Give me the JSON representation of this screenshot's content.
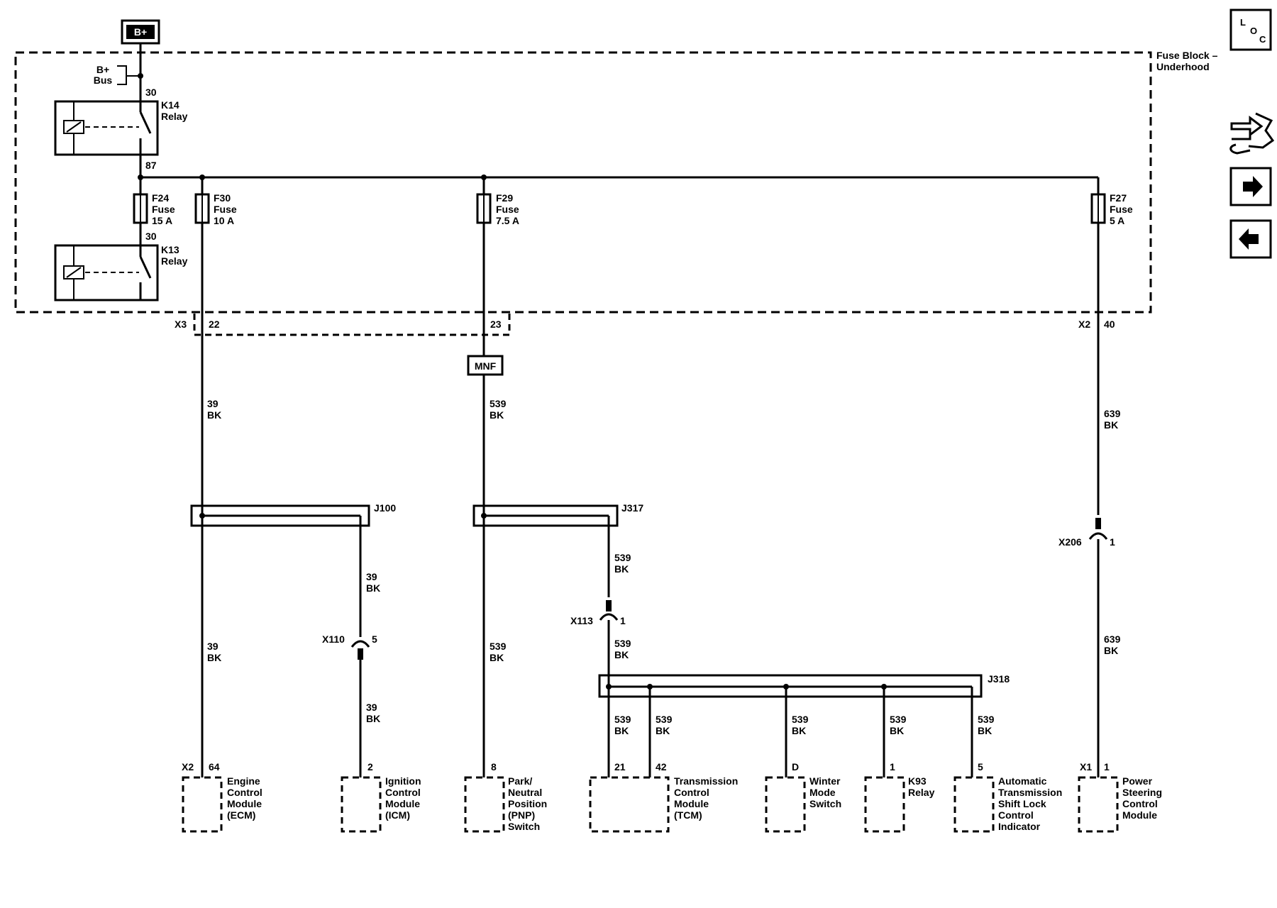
{
  "power": {
    "label": "B+",
    "bus_label_line1": "B+",
    "bus_label_line2": "Bus"
  },
  "fuse_block": {
    "title_line1": "Fuse Block –",
    "title_line2": "Underhood"
  },
  "relays": [
    {
      "name": "K14",
      "type": "Relay",
      "pin_in": "30",
      "pin_out": "87"
    },
    {
      "name": "K13",
      "type": "Relay",
      "pin_in": "30"
    }
  ],
  "fuses": [
    {
      "id": "F24",
      "type": "Fuse",
      "rating": "15 A"
    },
    {
      "id": "F30",
      "type": "Fuse",
      "rating": "10 A"
    },
    {
      "id": "F29",
      "type": "Fuse",
      "rating": "7.5 A"
    },
    {
      "id": "F27",
      "type": "Fuse",
      "rating": "5 A"
    }
  ],
  "fuse_block_connectors": [
    {
      "connector": "X3",
      "pin": "22"
    },
    {
      "pin": "23"
    },
    {
      "connector": "X2",
      "pin": "40"
    }
  ],
  "mnf": "MNF",
  "wires": [
    {
      "circuit": "39",
      "color": "BK"
    },
    {
      "circuit": "539",
      "color": "BK"
    },
    {
      "circuit": "639",
      "color": "BK"
    },
    {
      "circuit": "39",
      "color": "BK"
    },
    {
      "circuit": "539",
      "color": "BK"
    },
    {
      "circuit": "39",
      "color": "BK"
    },
    {
      "circuit": "539",
      "color": "BK"
    },
    {
      "circuit": "539",
      "color": "BK"
    },
    {
      "circuit": "639",
      "color": "BK"
    },
    {
      "circuit": "39",
      "color": "BK"
    },
    {
      "circuit": "539",
      "color": "BK"
    },
    {
      "circuit": "539",
      "color": "BK"
    },
    {
      "circuit": "539",
      "color": "BK"
    },
    {
      "circuit": "539",
      "color": "BK"
    },
    {
      "circuit": "539",
      "color": "BK"
    }
  ],
  "splices": [
    "J100",
    "J317",
    "J318"
  ],
  "inline_connectors": [
    {
      "name": "X206",
      "pin": "1"
    },
    {
      "name": "X113",
      "pin": "1"
    },
    {
      "name": "X110",
      "pin": "5"
    }
  ],
  "components": [
    {
      "connector": "X2",
      "pin": "64",
      "lines": [
        "Engine",
        "Control",
        "Module",
        "(ECM)"
      ]
    },
    {
      "pin": "2",
      "lines": [
        "Ignition",
        "Control",
        "Module",
        "(ICM)"
      ]
    },
    {
      "pin": "8",
      "lines": [
        "Park/",
        "Neutral",
        "Position",
        "(PNP)",
        "Switch"
      ]
    },
    {
      "pin": "21",
      "pin2": "42",
      "lines": [
        "Transmission",
        "Control",
        "Module",
        "(TCM)"
      ]
    },
    {
      "pin": "D",
      "lines": [
        "Winter",
        "Mode",
        "Switch"
      ]
    },
    {
      "pin": "1",
      "lines": [
        "K93",
        "Relay"
      ]
    },
    {
      "pin": "5",
      "lines": [
        "Automatic",
        "Transmission",
        "Shift Lock",
        "Control",
        "Indicator"
      ]
    },
    {
      "connector": "X1",
      "pin": "1",
      "lines": [
        "Power",
        "Steering",
        "Control",
        "Module"
      ]
    }
  ],
  "loc_letters": [
    "L",
    "O",
    "C"
  ],
  "nav_icons": [
    "loc-icon",
    "connector-view-icon",
    "next-page-icon",
    "previous-page-icon"
  ]
}
